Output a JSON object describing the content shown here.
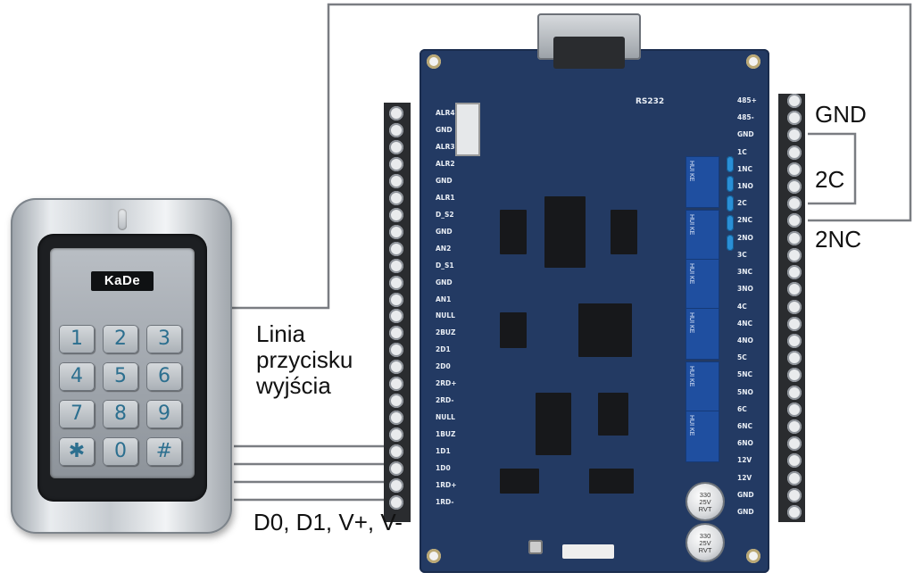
{
  "keypad": {
    "brand": "KaDe",
    "keys": [
      "1",
      "2",
      "3",
      "4",
      "5",
      "6",
      "7",
      "8",
      "9",
      "✱",
      "0",
      "#"
    ]
  },
  "board": {
    "left_terminals": [
      "ALR4",
      "GND",
      "ALR3",
      "ALR2",
      "GND",
      "ALR1",
      "D_S2",
      "GND",
      "AN2",
      "D_S1",
      "GND",
      "AN1",
      "NULL",
      "2BUZ",
      "2D1",
      "2D0",
      "2RD+",
      "2RD-",
      "NULL",
      "1BUZ",
      "1D1",
      "1D0",
      "1RD+",
      "1RD-"
    ],
    "right_terminals": [
      "485+",
      "485-",
      "GND",
      "1C",
      "1NC",
      "1NO",
      "2C",
      "2NC",
      "2NO",
      "3C",
      "3NC",
      "3NO",
      "4C",
      "4NC",
      "4NO",
      "5C",
      "5NC",
      "5NO",
      "6C",
      "6NC",
      "6NO",
      "12V",
      "12V",
      "GND",
      "GND"
    ],
    "connector_label": "RS232",
    "cap_top": [
      "330",
      "25V",
      "RVT"
    ],
    "cap_bottom": [
      "330",
      "25V",
      "RVT"
    ],
    "relay_text": "HUI KE"
  },
  "labels": {
    "gnd": "GND",
    "c2": "2C",
    "nc2": "2NC",
    "exit_line": [
      "Linia",
      "przycisku",
      "wyjścia"
    ],
    "wiegand": "D0, D1, V+, V-"
  },
  "colors": {
    "board": "#233a63",
    "wire": "#7a7d82"
  }
}
